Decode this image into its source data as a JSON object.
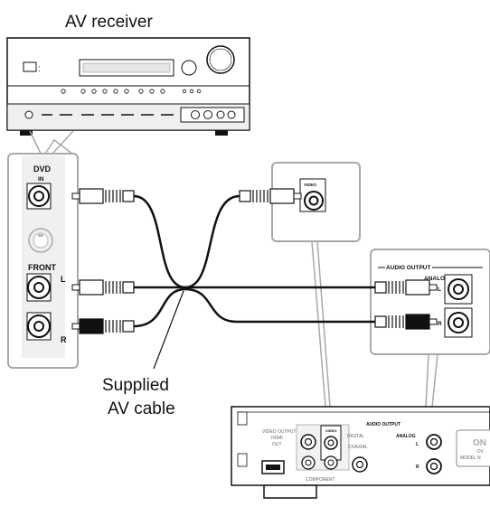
{
  "title": "AV receiver",
  "callout": {
    "line1": "Supplied",
    "line2": "AV cable"
  },
  "receiver_panel": {
    "header1": "DVD",
    "header2": "IN",
    "front_label": "FRONT",
    "left": "L",
    "right": "R"
  },
  "video_inset": {
    "jack_label": "VIDEO"
  },
  "audio_inset": {
    "title": "AUDIO OUTPUT",
    "analog": "ANALOG",
    "left": "L",
    "right": "R"
  },
  "player": {
    "video_output": "VIDEO OUTPUT",
    "hdmi": "HDMI",
    "out": "OUT",
    "video": "VIDEO",
    "audio_output": "AUDIO OUTPUT",
    "digital": "DIGITAL",
    "coaxial": "COAXIAL",
    "analog": "ANALOG",
    "left": "L",
    "right": "R",
    "component": "COMPONENT",
    "brand_partial": "ON",
    "model_partial": "MODEL N",
    "dvd_partial": "DV"
  },
  "colors": {
    "line": "#111111",
    "panel_border": "#a8a8a8",
    "cable_plug_light": "#ffffff",
    "cable_plug_dark": "#111111"
  }
}
